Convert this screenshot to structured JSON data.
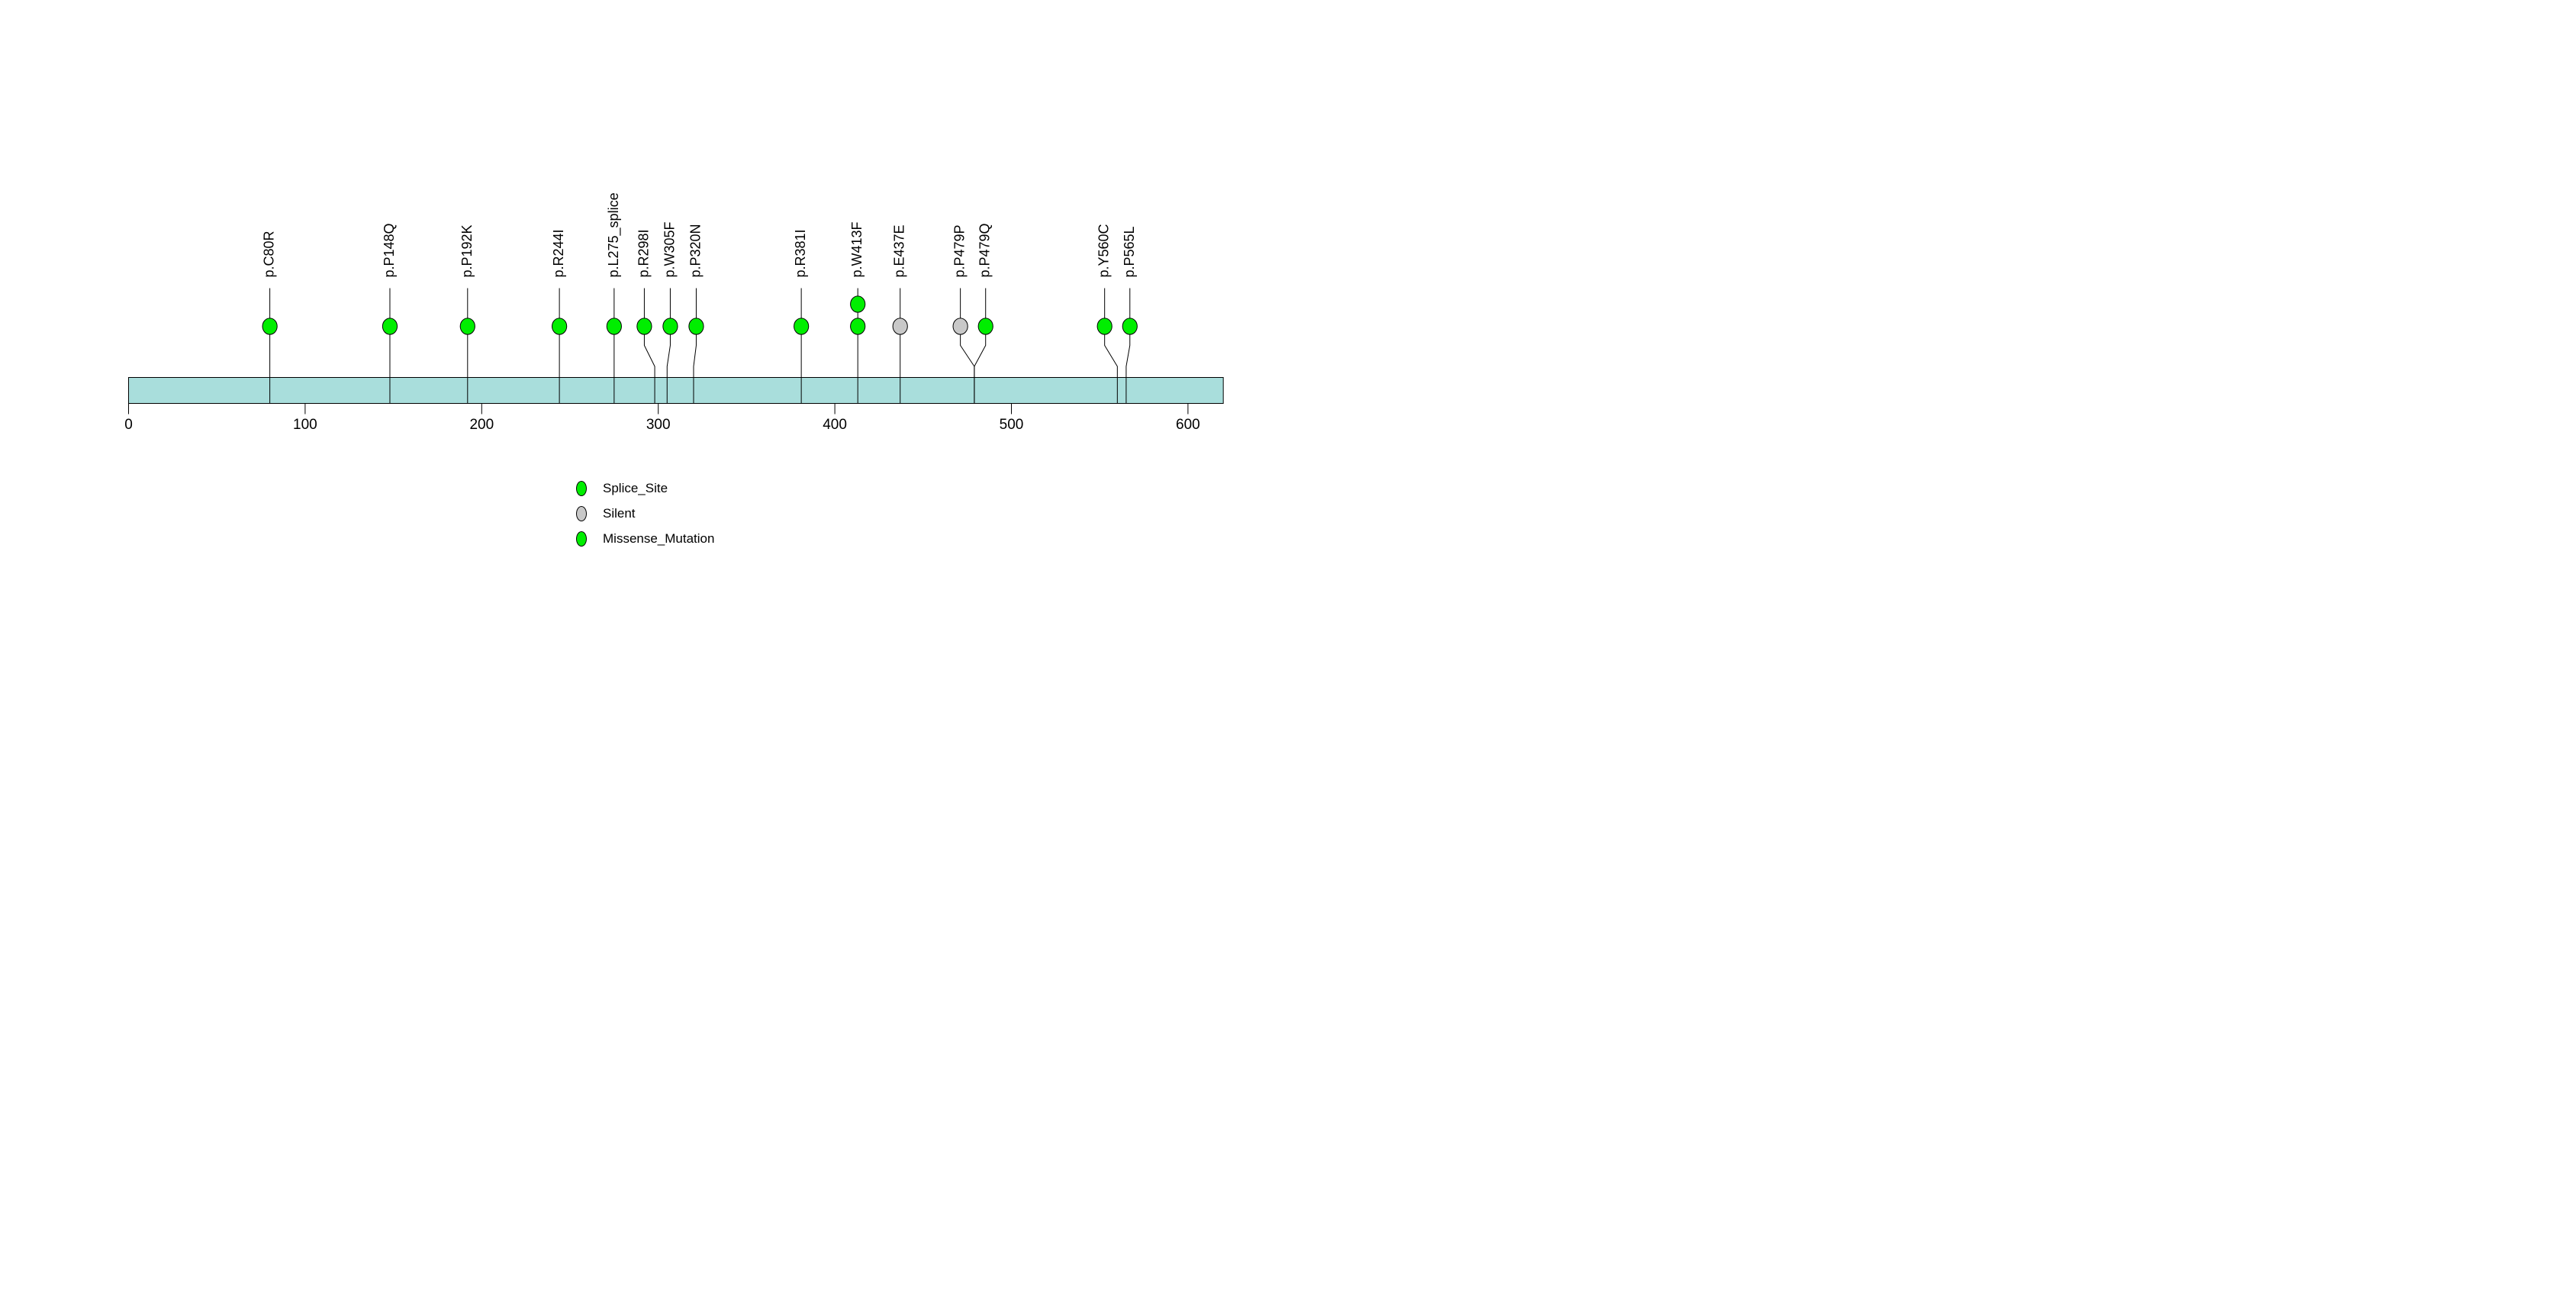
{
  "chart_data": {
    "type": "lollipop",
    "title": "",
    "protein_length": 620,
    "axis_ticks": [
      0,
      100,
      200,
      300,
      400,
      500,
      600
    ],
    "bar": {
      "start": 0,
      "end": 620,
      "fill": "#A9DEDC",
      "border": "#000000"
    },
    "stick_color": "#000000",
    "class_colors": {
      "Missense_Mutation": "#00EE00",
      "Splice_Site": "#00EE00",
      "Silent": "#C8C8C8"
    },
    "mutations": [
      {
        "label": "p.C80R",
        "position": 80,
        "class": "Missense_Mutation",
        "count": 1
      },
      {
        "label": "p.P148Q",
        "position": 148,
        "class": "Missense_Mutation",
        "count": 1
      },
      {
        "label": "p.P192K",
        "position": 192,
        "class": "Missense_Mutation",
        "count": 1
      },
      {
        "label": "p.R244I",
        "position": 244,
        "class": "Missense_Mutation",
        "count": 1
      },
      {
        "label": "p.L275_splice",
        "position": 275,
        "class": "Splice_Site",
        "count": 1
      },
      {
        "label": "p.R298I",
        "position": 298,
        "class": "Missense_Mutation",
        "count": 1,
        "display_position": 292.1
      },
      {
        "label": "p.W305F",
        "position": 305,
        "class": "Missense_Mutation",
        "count": 1,
        "display_position": 306.8
      },
      {
        "label": "p.P320N",
        "position": 320,
        "class": "Missense_Mutation",
        "count": 1,
        "display_position": 321.5
      },
      {
        "label": "p.R381I",
        "position": 381,
        "class": "Missense_Mutation",
        "count": 1
      },
      {
        "label": "p.W413F",
        "position": 413,
        "class": "Missense_Mutation",
        "count": 2
      },
      {
        "label": "p.E437E",
        "position": 437,
        "class": "Silent",
        "count": 1
      },
      {
        "label": "p.P479P",
        "position": 479,
        "class": "Silent",
        "count": 1,
        "display_position": 471.1
      },
      {
        "label": "p.P479Q",
        "position": 479,
        "class": "Missense_Mutation",
        "count": 1,
        "display_position": 485.4
      },
      {
        "label": "p.Y560C",
        "position": 560,
        "class": "Missense_Mutation",
        "count": 1,
        "display_position": 552.8
      },
      {
        "label": "p.P565L",
        "position": 565,
        "class": "Missense_Mutation",
        "count": 1,
        "display_position": 567.1
      }
    ],
    "legend": [
      {
        "label": "Splice_Site",
        "color": "#00EE00"
      },
      {
        "label": "Silent",
        "color": "#C8C8C8"
      },
      {
        "label": "Missense_Mutation",
        "color": "#00EE00"
      }
    ]
  }
}
